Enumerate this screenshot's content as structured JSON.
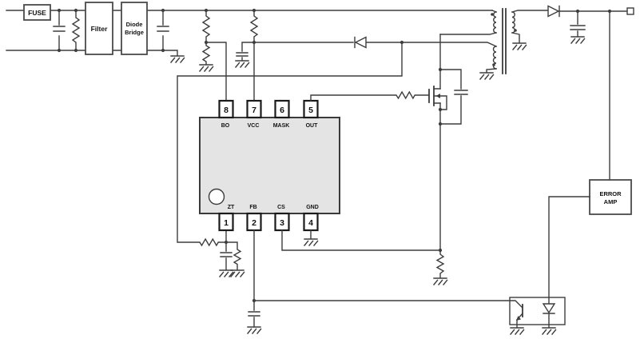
{
  "schematic": {
    "type": "power-supply-circuit",
    "blocks": {
      "fuse": {
        "label": "FUSE"
      },
      "filter": {
        "label": "Filter"
      },
      "diode_bridge": {
        "line1": "Diode",
        "line2": "Bridge"
      },
      "error_amp": {
        "line1": "ERROR",
        "line2": "AMP"
      }
    },
    "ic": {
      "top_pins": [
        {
          "num": "8",
          "label": "BO"
        },
        {
          "num": "7",
          "label": "VCC"
        },
        {
          "num": "6",
          "label": "MASK"
        },
        {
          "num": "5",
          "label": "OUT"
        }
      ],
      "bottom_pins": [
        {
          "num": "1",
          "label": "ZT"
        },
        {
          "num": "2",
          "label": "FB"
        },
        {
          "num": "3",
          "label": "CS"
        },
        {
          "num": "4",
          "label": "GND"
        }
      ]
    },
    "colors": {
      "wire": "#3d3d3d",
      "ic_fill": "#e4e4e4",
      "label": "#111111",
      "background": "#ffffff"
    }
  }
}
